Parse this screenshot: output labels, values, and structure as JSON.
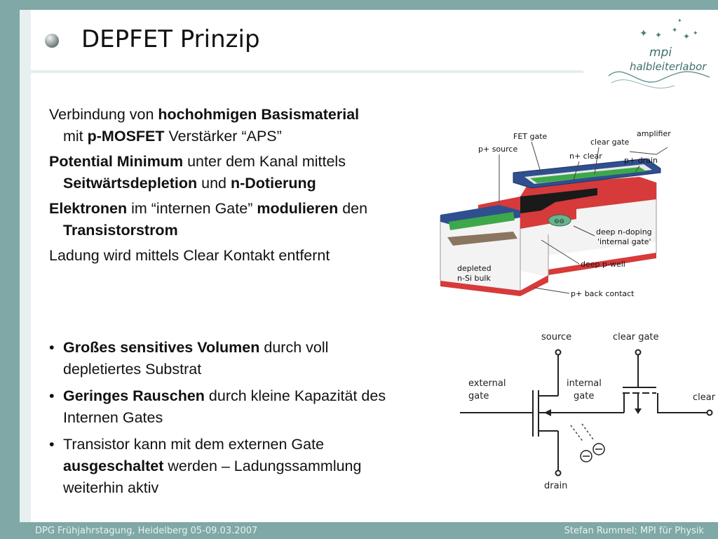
{
  "title": "DEPFET Prinzip",
  "logo": {
    "line1": "mpi",
    "line2": "halbleiterlabor"
  },
  "block1": {
    "p1": {
      "a": " Verbindung von ",
      "b": "hochohmigen Basismaterial",
      "c": "mit ",
      "d": "p-MOSFET",
      "e": " Verstärker  “APS”"
    },
    "p2": {
      "a": "Potential Minimum",
      "b": " unter dem Kanal mittels",
      "c": "Seitwärtsdepletion",
      "d": " und ",
      "e": "n-Dotierung"
    },
    "p3": {
      "a": "Elektronen",
      "b": " im “internen Gate” ",
      "c": "modulieren",
      "d": " den",
      "e": "Transistorstrom"
    },
    "p4": {
      "a": "Ladung wird mittels Clear Kontakt entfernt"
    }
  },
  "block2": {
    "b1": {
      "a": "Großes sensitives Volumen",
      "b": " durch voll depletiertes Substrat"
    },
    "b2": {
      "a": "Geringes Rauschen",
      "b": " durch kleine Kapazität des Internen Gates"
    },
    "b3": {
      "a": "Transistor kann mit dem externen Gate ",
      "b": "ausgeschaltet",
      "c": " werden – Ladungssammlung weiterhin aktiv"
    }
  },
  "diagram1": {
    "fet_gate": "FET gate",
    "clear_gate": "clear gate",
    "amplifier": "amplifier",
    "p_source": "p+ source",
    "n_clear": "n+ clear",
    "p_drain": "p+ drain",
    "deep_n_1": "deep n-doping",
    "deep_n_2": "'internal gate'",
    "deep_p": "deep p-well",
    "depleted_1": "depleted",
    "depleted_2": "n-Si bulk",
    "back_contact": "p+ back contact"
  },
  "diagram2": {
    "source": "source",
    "clear_gate": "clear gate",
    "external_1": "external",
    "external_2": "gate",
    "internal_1": "internal",
    "internal_2": "gate",
    "clear": "clear",
    "drain": "drain"
  },
  "footer": {
    "left": "DPG Frühjahrstagung, Heidelberg 05-09.03.2007",
    "right": "Stefan  Rummel; MPI für Physik"
  }
}
